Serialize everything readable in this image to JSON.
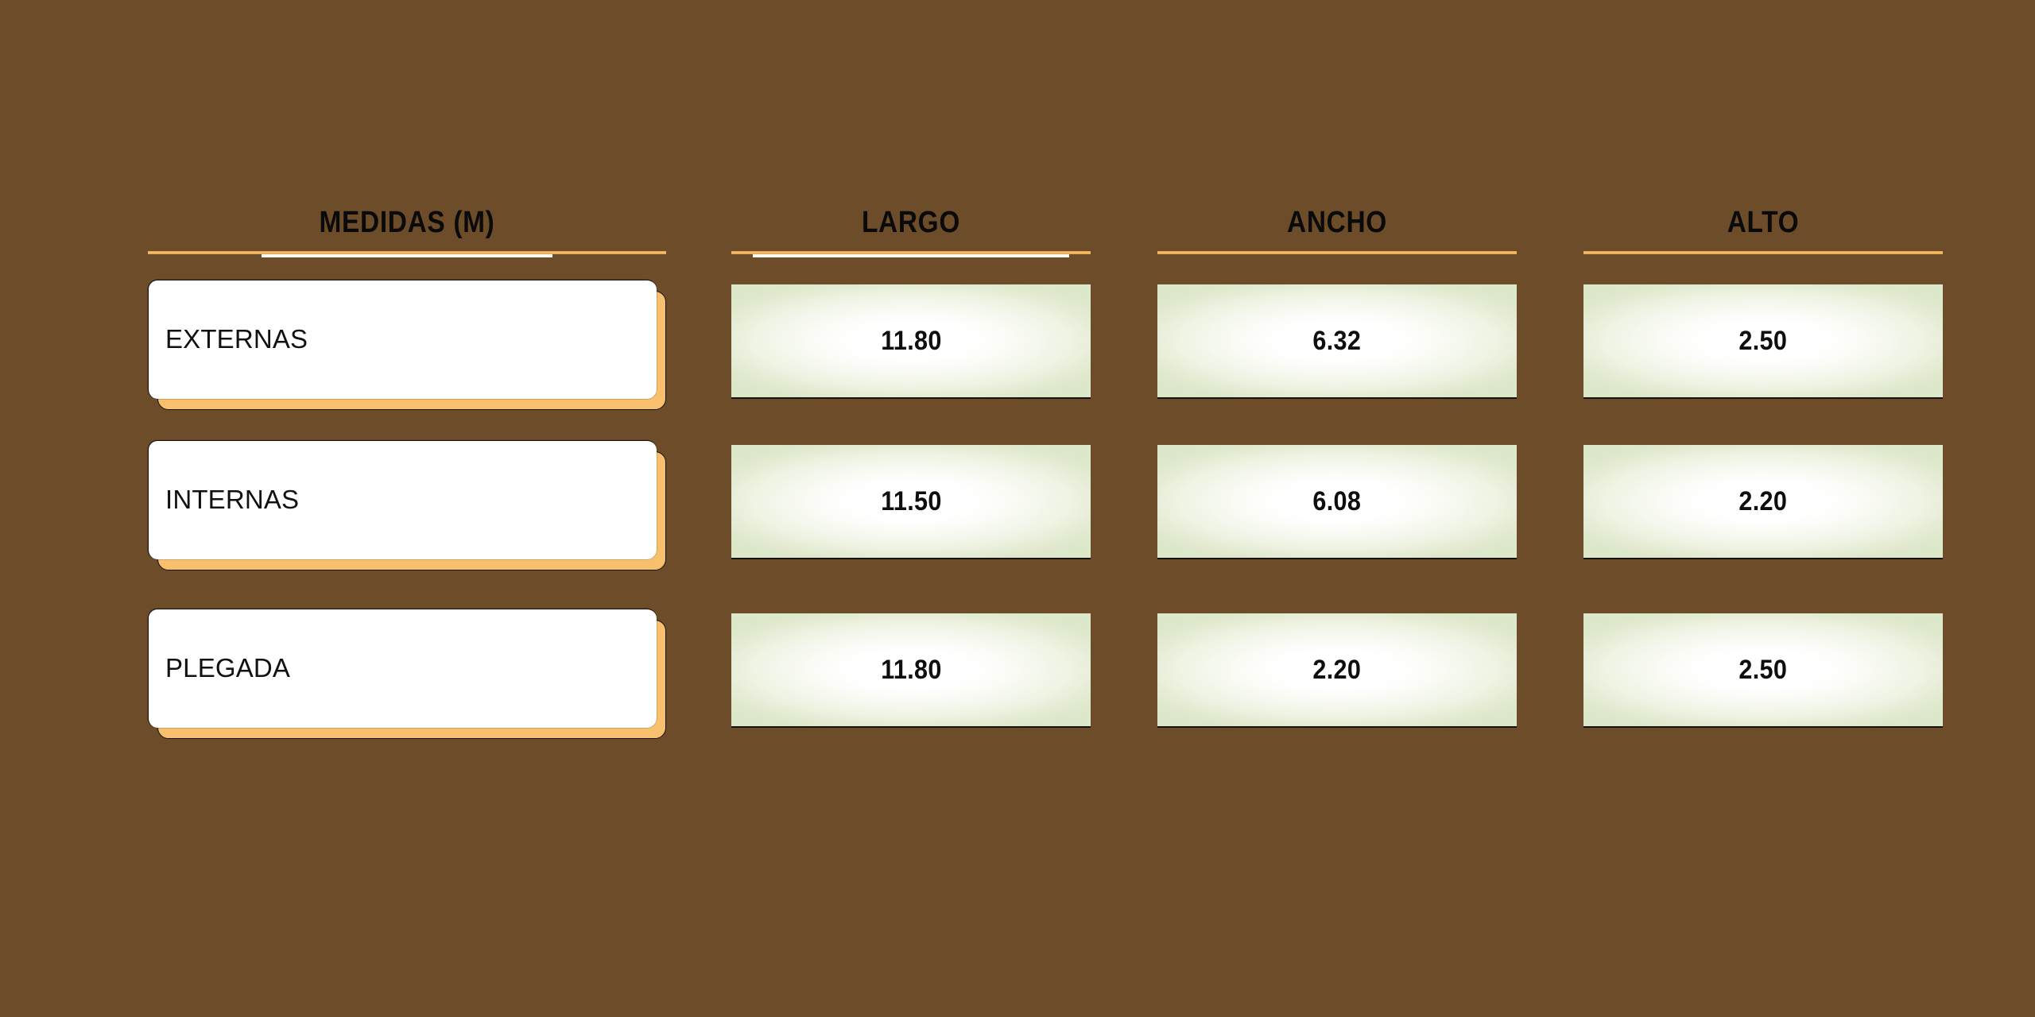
{
  "theme": {
    "background": "#6d4c2a",
    "accent_orange": "#f8bf6d",
    "rule_orange": "#e8a542",
    "rule_white": "#fdfaf2",
    "card_white": "#ffffff",
    "cell_green": "#dde7ca",
    "text_dark": "#0e0e0e"
  },
  "table": {
    "headers": [
      {
        "label": "MEDIDAS (M)",
        "key": "medidas"
      },
      {
        "label": "LARGO",
        "key": "largo"
      },
      {
        "label": "ANCHO",
        "key": "ancho"
      },
      {
        "label": "ALTO",
        "key": "alto"
      }
    ],
    "rows": [
      {
        "label": "EXTERNAS",
        "largo": "11.80",
        "ancho": "6.32",
        "alto": "2.50"
      },
      {
        "label": "INTERNAS",
        "largo": "11.50",
        "ancho": "6.08",
        "alto": "2.20"
      },
      {
        "label": "PLEGADA",
        "largo": "11.80",
        "ancho": "2.20",
        "alto": "2.50"
      }
    ]
  },
  "chart_data": {
    "type": "table",
    "title": "MEDIDAS (M)",
    "columns": [
      "MEDIDAS (M)",
      "LARGO",
      "ANCHO",
      "ALTO"
    ],
    "categories": [
      "EXTERNAS",
      "INTERNAS",
      "PLEGADA"
    ],
    "series": [
      {
        "name": "LARGO",
        "values": [
          11.8,
          11.5,
          11.8
        ]
      },
      {
        "name": "ANCHO",
        "values": [
          6.32,
          6.08,
          2.2
        ]
      },
      {
        "name": "ALTO",
        "values": [
          2.5,
          2.2,
          2.5
        ]
      }
    ],
    "unit": "m",
    "xlabel": "",
    "ylabel": "",
    "grid": false,
    "legend": "none"
  }
}
